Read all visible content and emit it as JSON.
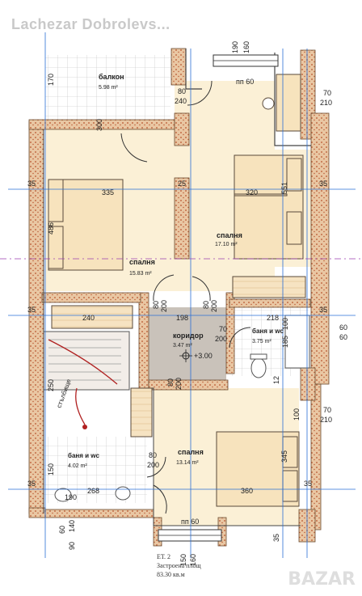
{
  "header": {
    "author_watermark": "Lachezar Dobrolevs..."
  },
  "footer_watermark": "BAZAR",
  "rooms": {
    "balcony": {
      "name": "балкон",
      "area": "5.98 m²"
    },
    "bedroom_right": {
      "name": "спалня",
      "area": "17.10 m²"
    },
    "bedroom_left": {
      "name": "спалня",
      "area": "15.83 m²"
    },
    "corridor": {
      "name": "коридор",
      "area": "3.47 m²",
      "level": "+3.00"
    },
    "bath_right": {
      "name": "баня и wc",
      "area": "3.75 m²"
    },
    "bath_left": {
      "name": "баня и wc",
      "area": "4.02 m²"
    },
    "bedroom_bottom": {
      "name": "спалня",
      "area": "13.14 m²"
    }
  },
  "dimensions": {
    "d335": "335",
    "d320": "320",
    "d35": "35",
    "d25": "25",
    "d551": "551",
    "d486": "486",
    "d240": "240",
    "d198": "198",
    "d218": "218",
    "d250": "250",
    "d150": "150",
    "d268": "268",
    "d360": "360",
    "d345": "345",
    "d190": "190",
    "d170": "170",
    "d80": "80",
    "d200": "200",
    "d100": "100",
    "d160": "160",
    "d70": "70",
    "d210": "210",
    "d60": "60",
    "d12": "12",
    "d185": "185",
    "d300": "300",
    "d140": "140",
    "d90": "90",
    "pp60": "пп 60"
  },
  "stair_label": "стълбище",
  "caption": {
    "floor": "ЕТ. 2",
    "built_area_label": "Застроена площ",
    "built_area_value": "83.30 кв.м"
  }
}
